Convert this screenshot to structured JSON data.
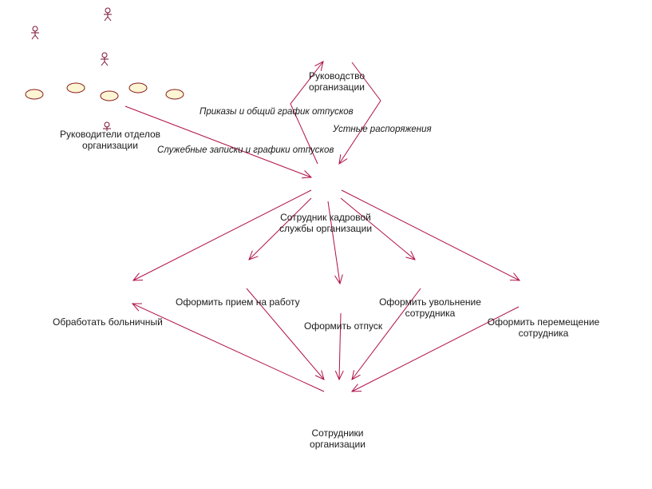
{
  "colors": {
    "line": "#b0104a",
    "actor": "#7a1030",
    "usecase_fill": "#fdf6d4",
    "usecase_stroke": "#8a1a1a",
    "text": "#1a1a1a"
  },
  "actors": {
    "management": {
      "line1": "Руководство",
      "line2": "организации"
    },
    "department_heads": {
      "line1": "Руководители отделов",
      "line2": "организации"
    },
    "hr_officer": {
      "line1": "Сотрудник кадровой",
      "line2": "службы организации"
    },
    "employees": {
      "line1": "Сотрудники",
      "line2": "организации"
    }
  },
  "use_cases": {
    "sick_leave": {
      "line1": "Обработать больничный"
    },
    "hiring": {
      "line1": "Оформить прием на работу"
    },
    "vacation": {
      "line1": "Оформить отпуск"
    },
    "dismissal": {
      "line1": "Оформить увольнение",
      "line2": "сотрудника"
    },
    "transfer": {
      "line1": "Оформить перемещение",
      "line2": "сотрудника"
    }
  },
  "flows": {
    "orders": "Приказы  и общий график отпусков",
    "verbal": "Устные распоряжения",
    "memos": "Служебные записки и графики отпусков"
  },
  "toolbox": {
    "actor_icons": [
      "actor-icon",
      "actor-icon",
      "actor-icon",
      "actor-icon"
    ],
    "usecase_icons": [
      "usecase-icon",
      "usecase-icon",
      "usecase-icon",
      "usecase-icon",
      "usecase-icon"
    ]
  }
}
